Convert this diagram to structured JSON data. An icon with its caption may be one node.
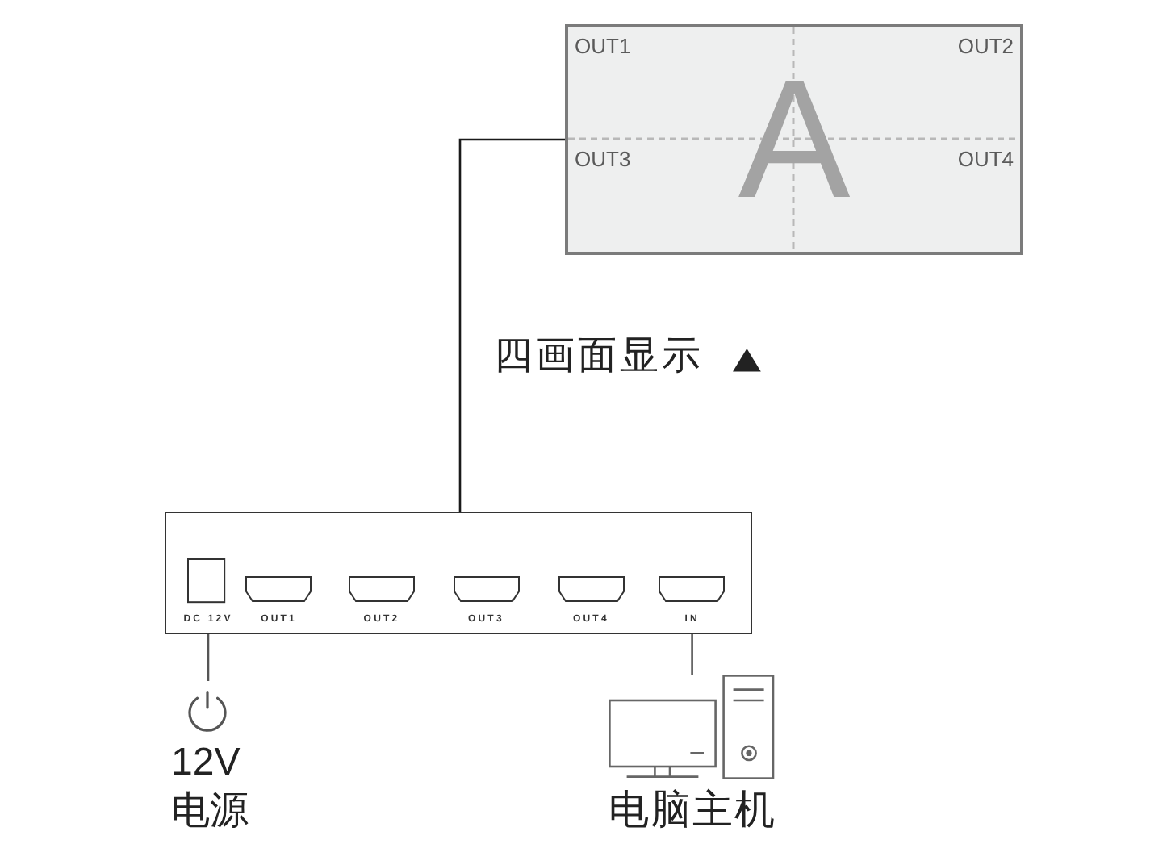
{
  "diagram": {
    "nodes": [
      {
        "text": [
          "OUT1",
          "OUT2",
          "OUT3",
          "A",
          "OUT4"
        ]
      },
      {
        "text": [],
        "shape": "box"
      },
      {
        "text": [
          "DC 12V"
        ],
        "in": 1
      },
      {
        "text": [
          "OUT1"
        ],
        "in": 1
      },
      {
        "text": [
          "OUT2"
        ],
        "in": 1
      },
      {
        "text": [
          "OUT3"
        ],
        "in": 1
      },
      {
        "text": [
          "OUT4"
        ],
        "in": 1
      },
      {
        "text": [
          "IN"
        ],
        "in": 1
      },
      {
        "text": [
          "12V 电源"
        ]
      },
      {
        "text": [
          "电脑主机"
        ]
      }
    ],
    "edges": [
      {
        "from": 1,
        "to": 0,
        "arrow": "none",
        "color": "#1a1a1a"
      },
      {
        "from": 2,
        "to": 8,
        "arrow": "none"
      },
      {
        "from": 7,
        "to": 9,
        "arrow": "none"
      }
    ],
    "labels": [
      "四画面显示"
    ]
  }
}
